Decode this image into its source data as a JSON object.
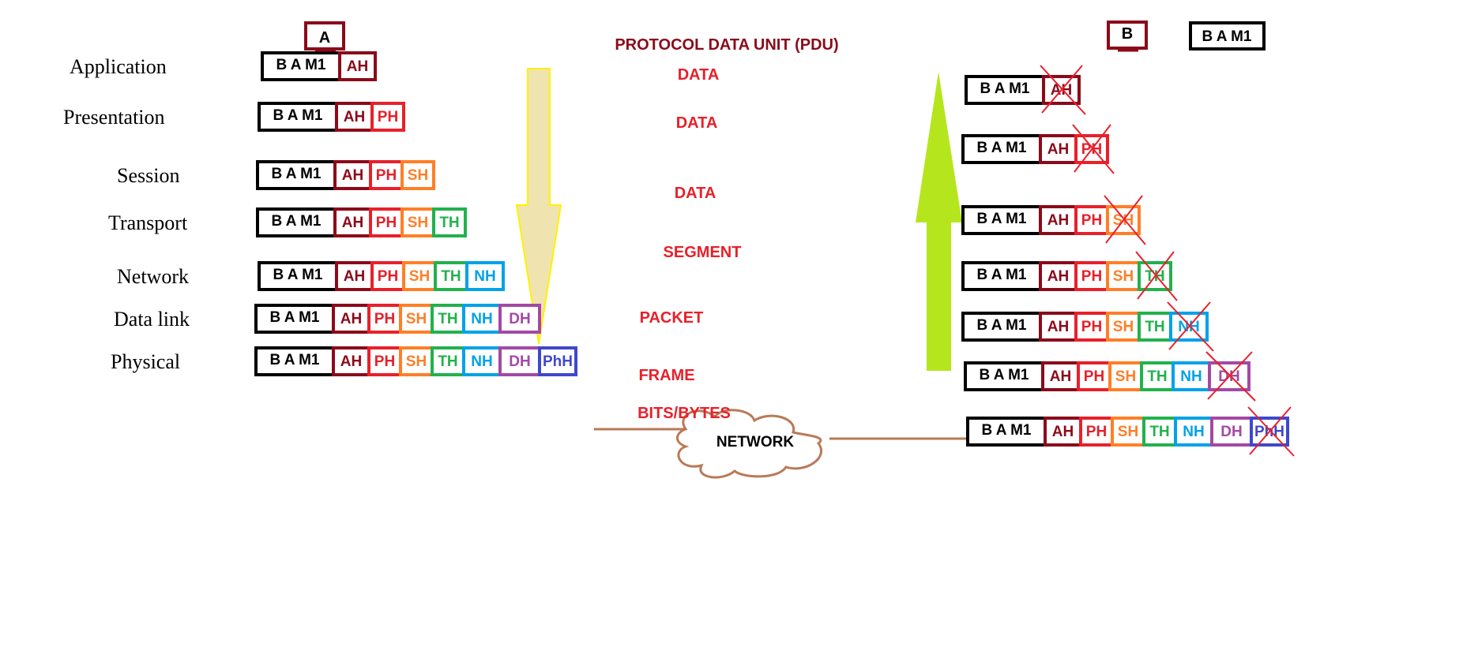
{
  "host_a_label": "A",
  "host_b_label": "B",
  "received_message": "B  A  M1",
  "pdu_title": "PROTOCOL DATA UNIT (PDU)",
  "network_label": "NETWORK",
  "message": "B  A  M1",
  "layers": [
    {
      "name": "Application",
      "pdu": "DATA"
    },
    {
      "name": "Presentation",
      "pdu": "DATA"
    },
    {
      "name": "Session",
      "pdu": "DATA"
    },
    {
      "name": "Transport",
      "pdu": "SEGMENT"
    },
    {
      "name": "Network",
      "pdu": "PACKET"
    },
    {
      "name": "Data link",
      "pdu": "FRAME"
    },
    {
      "name": "Physical",
      "pdu": "BITS/BYTES"
    }
  ],
  "headers": [
    {
      "label": "AH",
      "color": "#8b0a1a"
    },
    {
      "label": "PH",
      "color": "#e8202a"
    },
    {
      "label": "SH",
      "color": "#ff7f27"
    },
    {
      "label": "TH",
      "color": "#22b14c"
    },
    {
      "label": "NH",
      "color": "#00a2e8"
    },
    {
      "label": "DH",
      "color": "#a349a4"
    },
    {
      "label": "PhH",
      "color": "#3f48cc"
    }
  ],
  "colors": {
    "message_border": "#000000",
    "host_icon": "#8b0a1a",
    "pdu_title": "#8b0a1a",
    "pdu_label": "#e8202a",
    "strike": "#e8202a",
    "down_arrow_fill": "#efe4b0",
    "down_arrow_stroke": "#fff200",
    "up_arrow_fill": "#b5e61d",
    "network_link": "#b97a57"
  }
}
